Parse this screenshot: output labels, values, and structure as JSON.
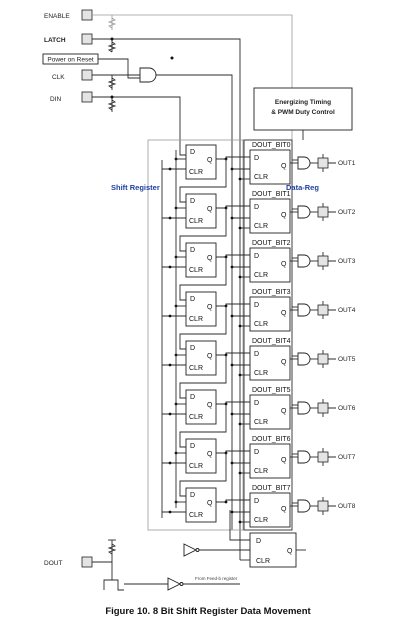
{
  "inputs": [
    "ENABLE",
    "LATCH",
    "CLK",
    "DIN"
  ],
  "power_on_reset": "Power on Reset",
  "timing_block": [
    "Energizing Timing",
    "& PWM Duty Control"
  ],
  "shift_register_label": "Shift Register",
  "data_reg_label": "Data-Reg",
  "ff_labels": {
    "d": "D",
    "q": "Q",
    "clr": "CLR"
  },
  "dout_bits": [
    "DOUT_BIT0",
    "DOUT_BIT1",
    "DOUT_BIT2",
    "DOUT_BIT3",
    "DOUT_BIT4",
    "DOUT_BIT5",
    "DOUT_BIT6",
    "DOUT_BIT7"
  ],
  "outputs": [
    "OUT1",
    "OUT2",
    "OUT3",
    "OUT4",
    "OUT5",
    "OUT6",
    "OUT7",
    "OUT8"
  ],
  "dout_pin": "DOUT",
  "feedback_note": "From Feed-b register",
  "caption": "Figure 10.  8 Bit Shift Register Data Movement"
}
